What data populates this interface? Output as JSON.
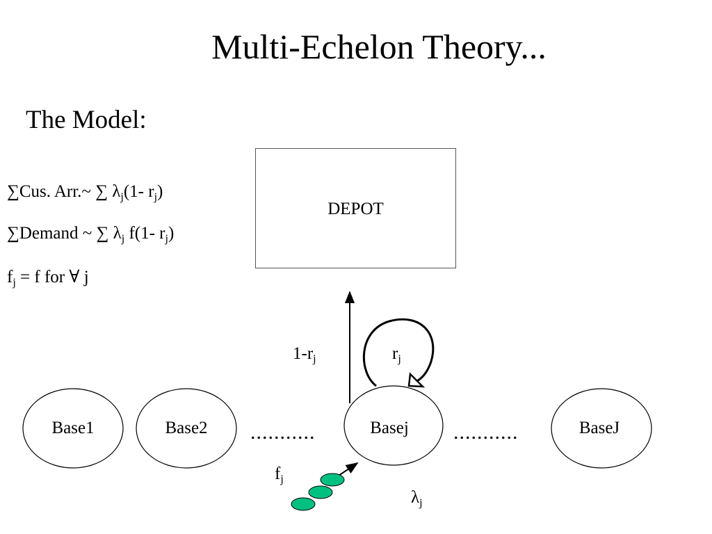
{
  "title": "Multi-Echelon Theory...",
  "subtitle": "The Model:",
  "equations": {
    "customer_arrivals": {
      "prefix": "∑Cus. Arr.~ ∑ λ",
      "sub": "j",
      "mid": "(1- r",
      "sub2": "j",
      "suffix": ")"
    },
    "demand": {
      "prefix": "∑Demand ~ ∑ λ",
      "sub": "j",
      "mid": " f(1- r",
      "sub2": "j",
      "suffix": ")"
    },
    "failure_rate": {
      "prefix": "f",
      "sub": "j",
      "suffix": " = f for ∀ j"
    }
  },
  "depot": {
    "label": "DEPOT"
  },
  "flows": {
    "to_depot": {
      "main": "1-r",
      "sub": "j"
    },
    "repair_loop": {
      "main": "r",
      "sub": "j"
    },
    "failure": {
      "main": "f",
      "sub": "j"
    },
    "arrival": {
      "main": "λ",
      "sub": "j"
    }
  },
  "bases": [
    {
      "label": "Base1"
    },
    {
      "label": "Base2"
    },
    {
      "label": "Basej"
    },
    {
      "label": "BaseJ"
    }
  ],
  "ellipsis_left": "...........",
  "ellipsis_right": "...........",
  "colors": {
    "failure_dots": "#00c080",
    "stroke": "#000000"
  }
}
